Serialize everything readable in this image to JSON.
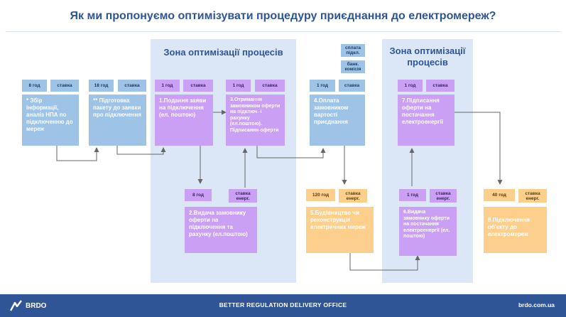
{
  "title": "Як ми пропонуємо оптимізувати процедуру приєднання до електромереж?",
  "zones": [
    "Зона оптимізації процесів",
    "Зона оптимізації процесів"
  ],
  "tags": {
    "t1_time": "8 год",
    "t1_rate": "ставка",
    "t2_time": "18 год",
    "t2_rate": "ставка",
    "t3_time": "1 год",
    "t3_rate": "ставка",
    "t4_time": "1 год",
    "t4_rate": "ставка",
    "t5_time": "1 год",
    "t5_rate": "ставка",
    "t5_fee1": "сплата підкл.",
    "t5_fee2": "банк. комісія",
    "t6_time": "1 год",
    "t6_rate": "ставка",
    "t7_time": "8 год",
    "t7_rate": "ставка енерг.",
    "t8_time": "120 год",
    "t8_rate": "ставка енерг.",
    "t9_time": "1 год",
    "t9_rate": "ставка енерг.",
    "t10_time": "40 год",
    "t10_rate": "ставка енерг."
  },
  "boxes": {
    "b1": "* Збір інформації, аналіз НПА по підключенню до мереж",
    "b2": "** Підготовка пакету до заявки про підключення",
    "b3": "1.Подання заяви на підключення (ел. поштою)",
    "b4": "3.Отримання замовником оферти на підключ. і рахунку (ел.поштою). Підписання оферти",
    "b5": "4.Оплата замовником вартості приєднання",
    "b6": "7.Підписання оферти на постачання електроенергії",
    "b7": "2.Видача замовнику оферти на підключення та рахунку (ел.поштою)",
    "b8": "5.Будівництво чи реконструкція електричних мереж",
    "b9": "6.Видача замовнику оферти на постачання електроенергії (ел. поштою)",
    "b10": "8.Підключення об'єкту до електромереж"
  },
  "footer": {
    "logo": "BRDO",
    "center": "BETTER REGULATION DELIVERY OFFICE",
    "url": "brdo.com.ua"
  },
  "colors": {
    "blue": "#9dc3e6",
    "purple": "#c9a0f4",
    "orange": "#fccf8c",
    "zone": "#dbe6f6",
    "footer": "#2f5597",
    "title": "#2e5597"
  }
}
